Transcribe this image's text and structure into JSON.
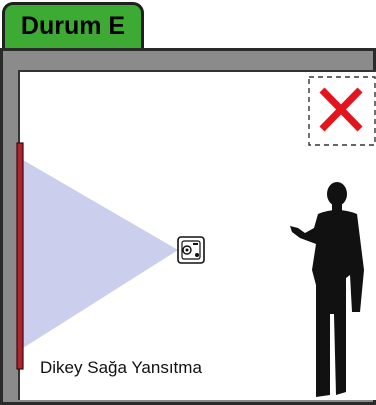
{
  "tab": {
    "title": "Durum E"
  },
  "caption": {
    "text": "Dikey Sağa Yansıtma"
  },
  "colors": {
    "tab_green": "#3dab33",
    "wall_gray": "#8b8b8b",
    "screen_red": "#b0242f",
    "beam": "#c9cbec",
    "cross_red": "#e3141e",
    "person": "#111111"
  },
  "icons": {
    "cross": "cross-icon",
    "projector": "projector-icon",
    "person": "person-silhouette"
  }
}
